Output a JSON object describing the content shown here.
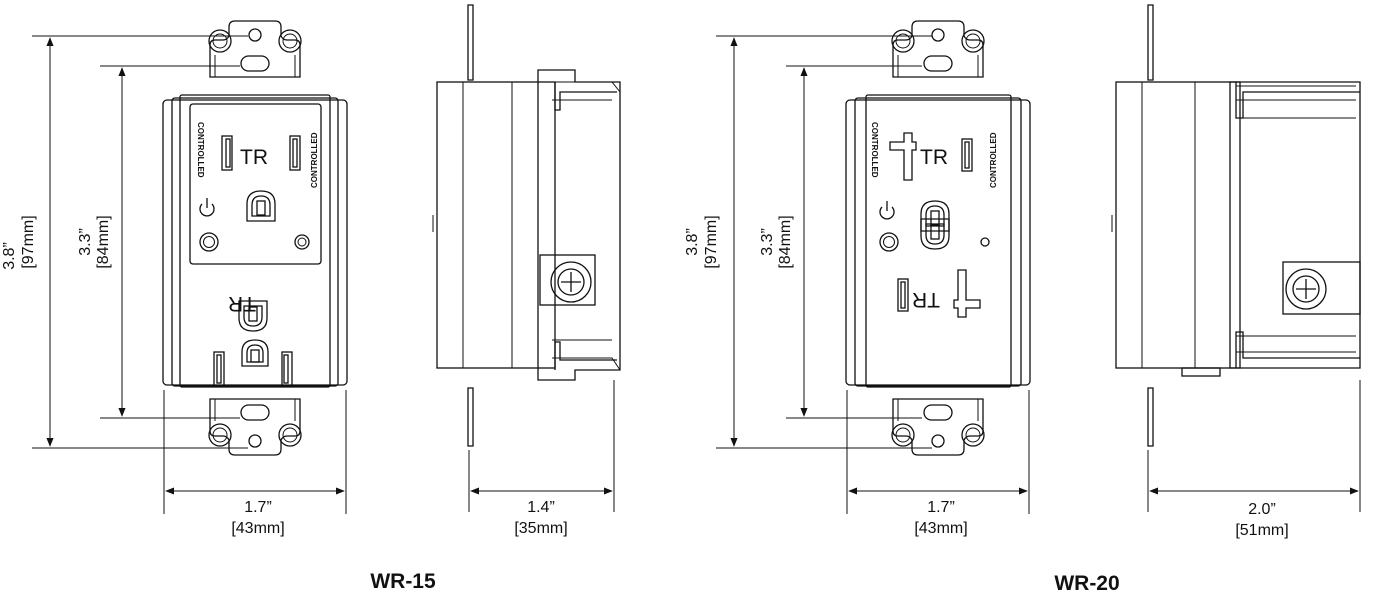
{
  "wr15": {
    "title": "WR-15",
    "front": {
      "height_outer_in": "3.8”",
      "height_outer_mm": "[97mm]",
      "height_inner_in": "3.3”",
      "height_inner_mm": "[84mm]",
      "width_in": "1.7”",
      "width_mm": "[43mm]"
    },
    "side": {
      "depth_in": "1.4”",
      "depth_mm": "[35mm]"
    },
    "labels": {
      "controlled_left": "CONTROLLED",
      "controlled_right": "CONTROLLED",
      "tr_top": "TR",
      "tr_bottom": "TR"
    }
  },
  "wr20": {
    "title": "WR-20",
    "front": {
      "height_outer_in": "3.8”",
      "height_outer_mm": "[97mm]",
      "height_inner_in": "3.3”",
      "height_inner_mm": "[84mm]",
      "width_in": "1.7”",
      "width_mm": "[43mm]"
    },
    "side": {
      "depth_in": "2.0”",
      "depth_mm": "[51mm]"
    },
    "labels": {
      "controlled_left": "CONTROLLED",
      "controlled_right": "CONTROLLED",
      "tr_top": "TR",
      "tr_bottom": "TR"
    }
  }
}
